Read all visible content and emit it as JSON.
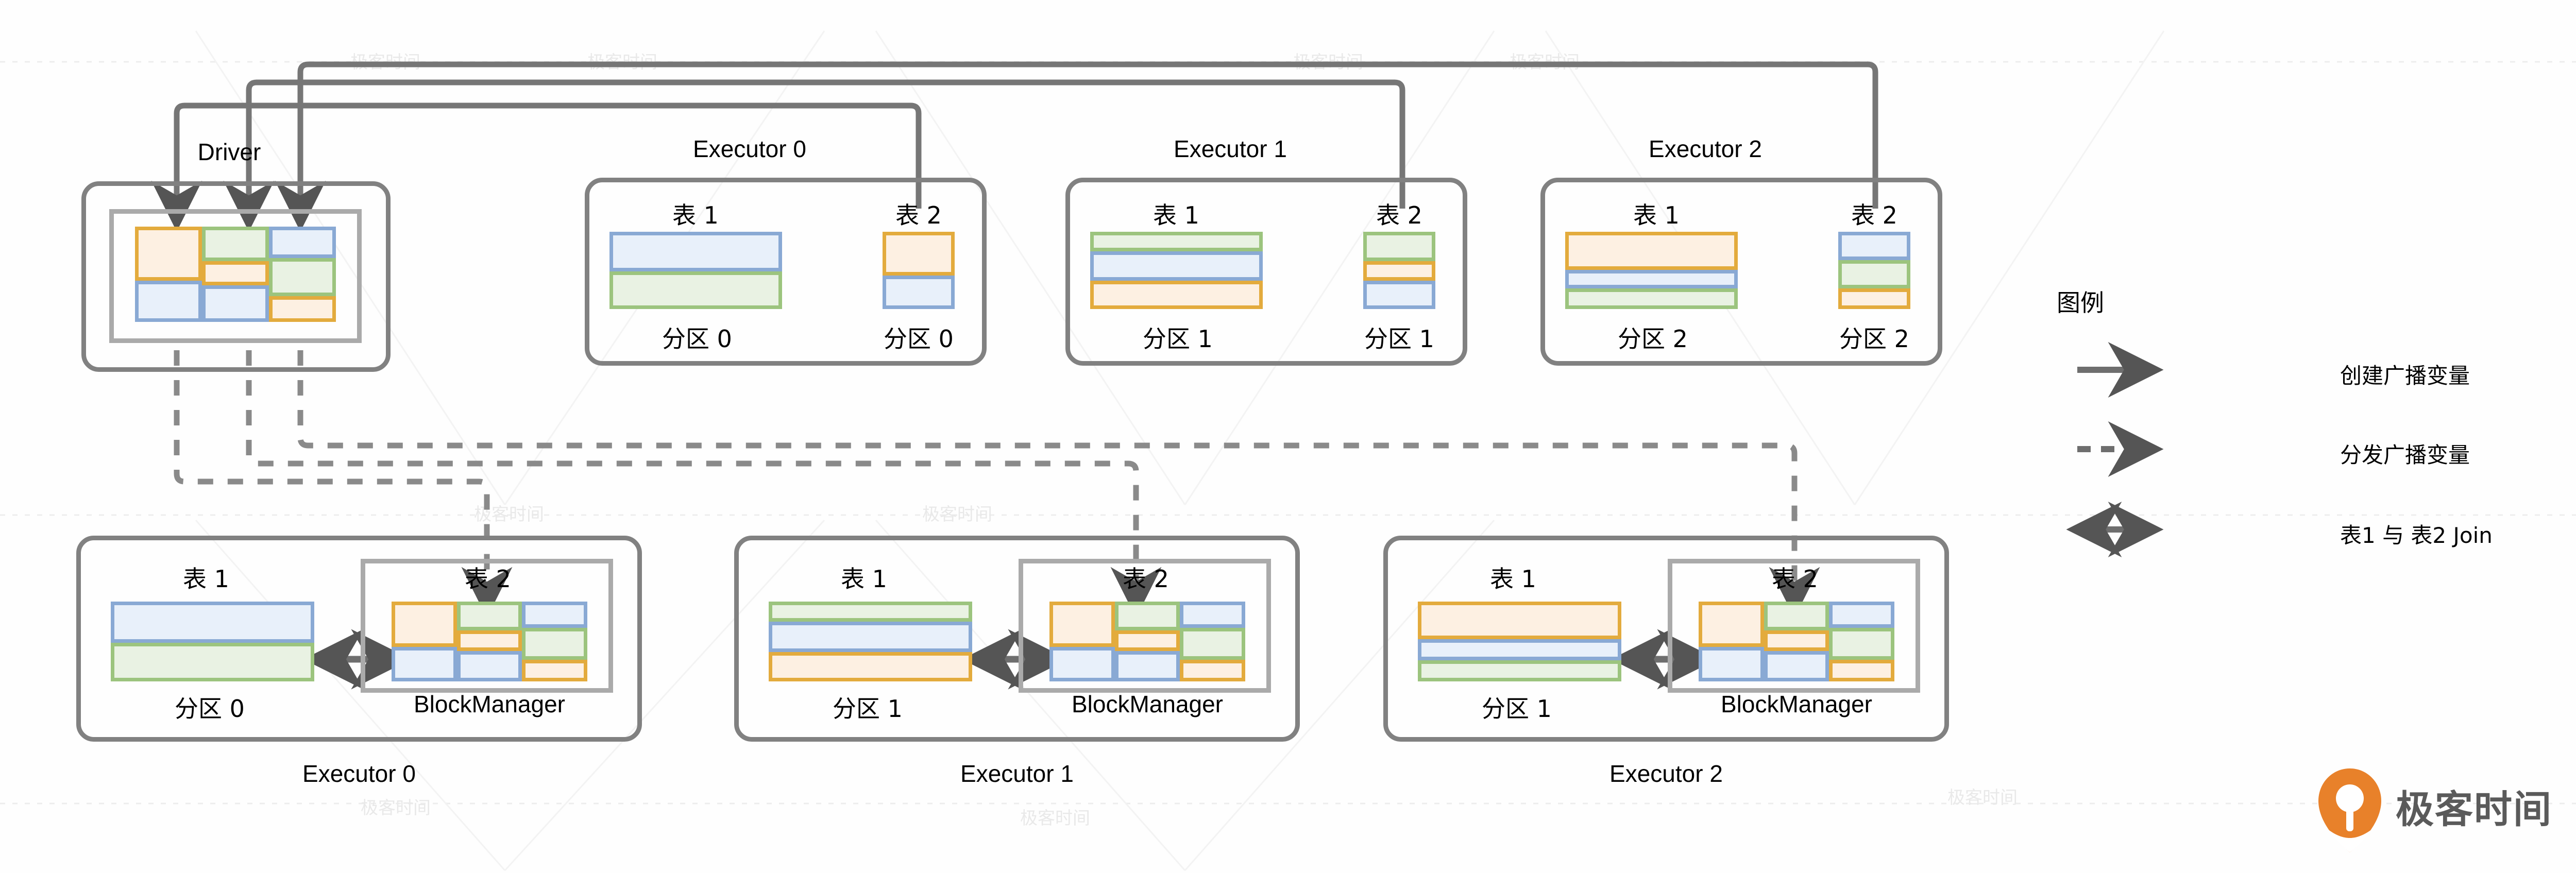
{
  "diagram": {
    "title_driver": "Driver",
    "table1_label": "表 1",
    "table2_label": "表 2",
    "blockmanager_label": "BlockManager",
    "partition_0": "分区 0",
    "partition_1": "分区 1",
    "partition_2": "分区 2"
  },
  "top_row": {
    "driver": {
      "label": "Driver",
      "mosaic": {
        "columns": [
          {
            "segments": [
              {
                "color": "orange",
                "weight": 58
              },
              {
                "color": "blue",
                "weight": 42
              }
            ]
          },
          {
            "segments": [
              {
                "color": "green",
                "weight": 37
              },
              {
                "color": "orange",
                "weight": 23
              },
              {
                "color": "blue",
                "weight": 40
              }
            ]
          },
          {
            "segments": [
              {
                "color": "blue",
                "weight": 33
              },
              {
                "color": "green",
                "weight": 42
              },
              {
                "color": "orange",
                "weight": 25
              }
            ]
          }
        ]
      }
    },
    "executors": [
      {
        "label": "Executor 0",
        "table1_label": "表 1",
        "table1_partition": "分区 0",
        "table1_segments": [
          {
            "color": "blue",
            "weight": 52
          },
          {
            "color": "green",
            "weight": 48
          }
        ],
        "table2_label": "表 2",
        "table2_partition": "分区 0",
        "table2_segments": [
          {
            "color": "orange",
            "weight": 58
          },
          {
            "color": "blue",
            "weight": 42
          }
        ]
      },
      {
        "label": "Executor 1",
        "table1_label": "表 1",
        "table1_partition": "分区 1",
        "table1_segments": [
          {
            "color": "green",
            "weight": 22
          },
          {
            "color": "blue",
            "weight": 40
          },
          {
            "color": "orange",
            "weight": 38
          }
        ],
        "table2_label": "表 2",
        "table2_partition": "分区 1",
        "table2_segments": [
          {
            "color": "green",
            "weight": 40
          },
          {
            "color": "orange",
            "weight": 22
          },
          {
            "color": "blue",
            "weight": 38
          }
        ]
      },
      {
        "label": "Executor 2",
        "table1_label": "表 1",
        "table1_partition": "分区 2",
        "table1_segments": [
          {
            "color": "orange",
            "weight": 58
          },
          {
            "color": "blue",
            "weight": 20
          },
          {
            "color": "green",
            "weight": 22
          }
        ],
        "table2_label": "表 2",
        "table2_partition": "分区 2",
        "table2_segments": [
          {
            "color": "blue",
            "weight": 38
          },
          {
            "color": "green",
            "weight": 38
          },
          {
            "color": "orange",
            "weight": 24
          }
        ]
      }
    ]
  },
  "bottom_row": {
    "executors": [
      {
        "label": "Executor 0",
        "table1_label": "表 1",
        "table1_partition": "分区 0",
        "table1_segments": [
          {
            "color": "blue",
            "weight": 52
          },
          {
            "color": "green",
            "weight": 48
          }
        ],
        "table2_label": "表 2",
        "blockmanager_label": "BlockManager",
        "mosaic": {
          "columns": [
            {
              "segments": [
                {
                  "color": "orange",
                  "weight": 58
                },
                {
                  "color": "blue",
                  "weight": 42
                }
              ]
            },
            {
              "segments": [
                {
                  "color": "green",
                  "weight": 37
                },
                {
                  "color": "orange",
                  "weight": 23
                },
                {
                  "color": "blue",
                  "weight": 40
                }
              ]
            },
            {
              "segments": [
                {
                  "color": "blue",
                  "weight": 33
                },
                {
                  "color": "green",
                  "weight": 42
                },
                {
                  "color": "orange",
                  "weight": 25
                }
              ]
            }
          ]
        }
      },
      {
        "label": "Executor 1",
        "table1_label": "表 1",
        "table1_partition": "分区 1",
        "table1_segments": [
          {
            "color": "green",
            "weight": 22
          },
          {
            "color": "blue",
            "weight": 40
          },
          {
            "color": "orange",
            "weight": 38
          }
        ],
        "table2_label": "表 2",
        "blockmanager_label": "BlockManager",
        "mosaic": {
          "columns": [
            {
              "segments": [
                {
                  "color": "orange",
                  "weight": 58
                },
                {
                  "color": "blue",
                  "weight": 42
                }
              ]
            },
            {
              "segments": [
                {
                  "color": "green",
                  "weight": 37
                },
                {
                  "color": "orange",
                  "weight": 23
                },
                {
                  "color": "blue",
                  "weight": 40
                }
              ]
            },
            {
              "segments": [
                {
                  "color": "blue",
                  "weight": 33
                },
                {
                  "color": "green",
                  "weight": 42
                },
                {
                  "color": "orange",
                  "weight": 25
                }
              ]
            }
          ]
        }
      },
      {
        "label": "Executor 2",
        "table1_label": "表 1",
        "table1_partition": "分区 1",
        "table1_segments": [
          {
            "color": "orange",
            "weight": 52
          },
          {
            "color": "blue",
            "weight": 24
          },
          {
            "color": "green",
            "weight": 24
          }
        ],
        "table2_label": "表 2",
        "blockmanager_label": "BlockManager",
        "mosaic": {
          "columns": [
            {
              "segments": [
                {
                  "color": "orange",
                  "weight": 58
                },
                {
                  "color": "blue",
                  "weight": 42
                }
              ]
            },
            {
              "segments": [
                {
                  "color": "green",
                  "weight": 37
                },
                {
                  "color": "orange",
                  "weight": 23
                },
                {
                  "color": "blue",
                  "weight": 40
                }
              ]
            },
            {
              "segments": [
                {
                  "color": "blue",
                  "weight": 33
                },
                {
                  "color": "green",
                  "weight": 42
                },
                {
                  "color": "orange",
                  "weight": 25
                }
              ]
            }
          ]
        }
      }
    ]
  },
  "legend": {
    "title": "图例",
    "items": [
      {
        "type": "solid-arrow",
        "label": "创建广播变量"
      },
      {
        "type": "dashed-arrow",
        "label": "分发广播变量"
      },
      {
        "type": "double-arrow",
        "label": "表1 与 表2 Join"
      }
    ]
  },
  "watermark": {
    "text": "极客时间"
  },
  "branding": {
    "logo_text": "极客时间",
    "logo_color": "#e8812a",
    "text_color": "#5a5a5a"
  },
  "colors": {
    "orange_border": "#e3ab3d",
    "orange_fill": "#fdf0e2",
    "green_border": "#9cc47e",
    "green_fill": "#e9f2e3",
    "blue_border": "#89a9d4",
    "blue_fill": "#e8f0fa",
    "box_stroke": "#818181",
    "inner_stroke": "#aaaaaa",
    "arrow": "#6e6e6e"
  }
}
